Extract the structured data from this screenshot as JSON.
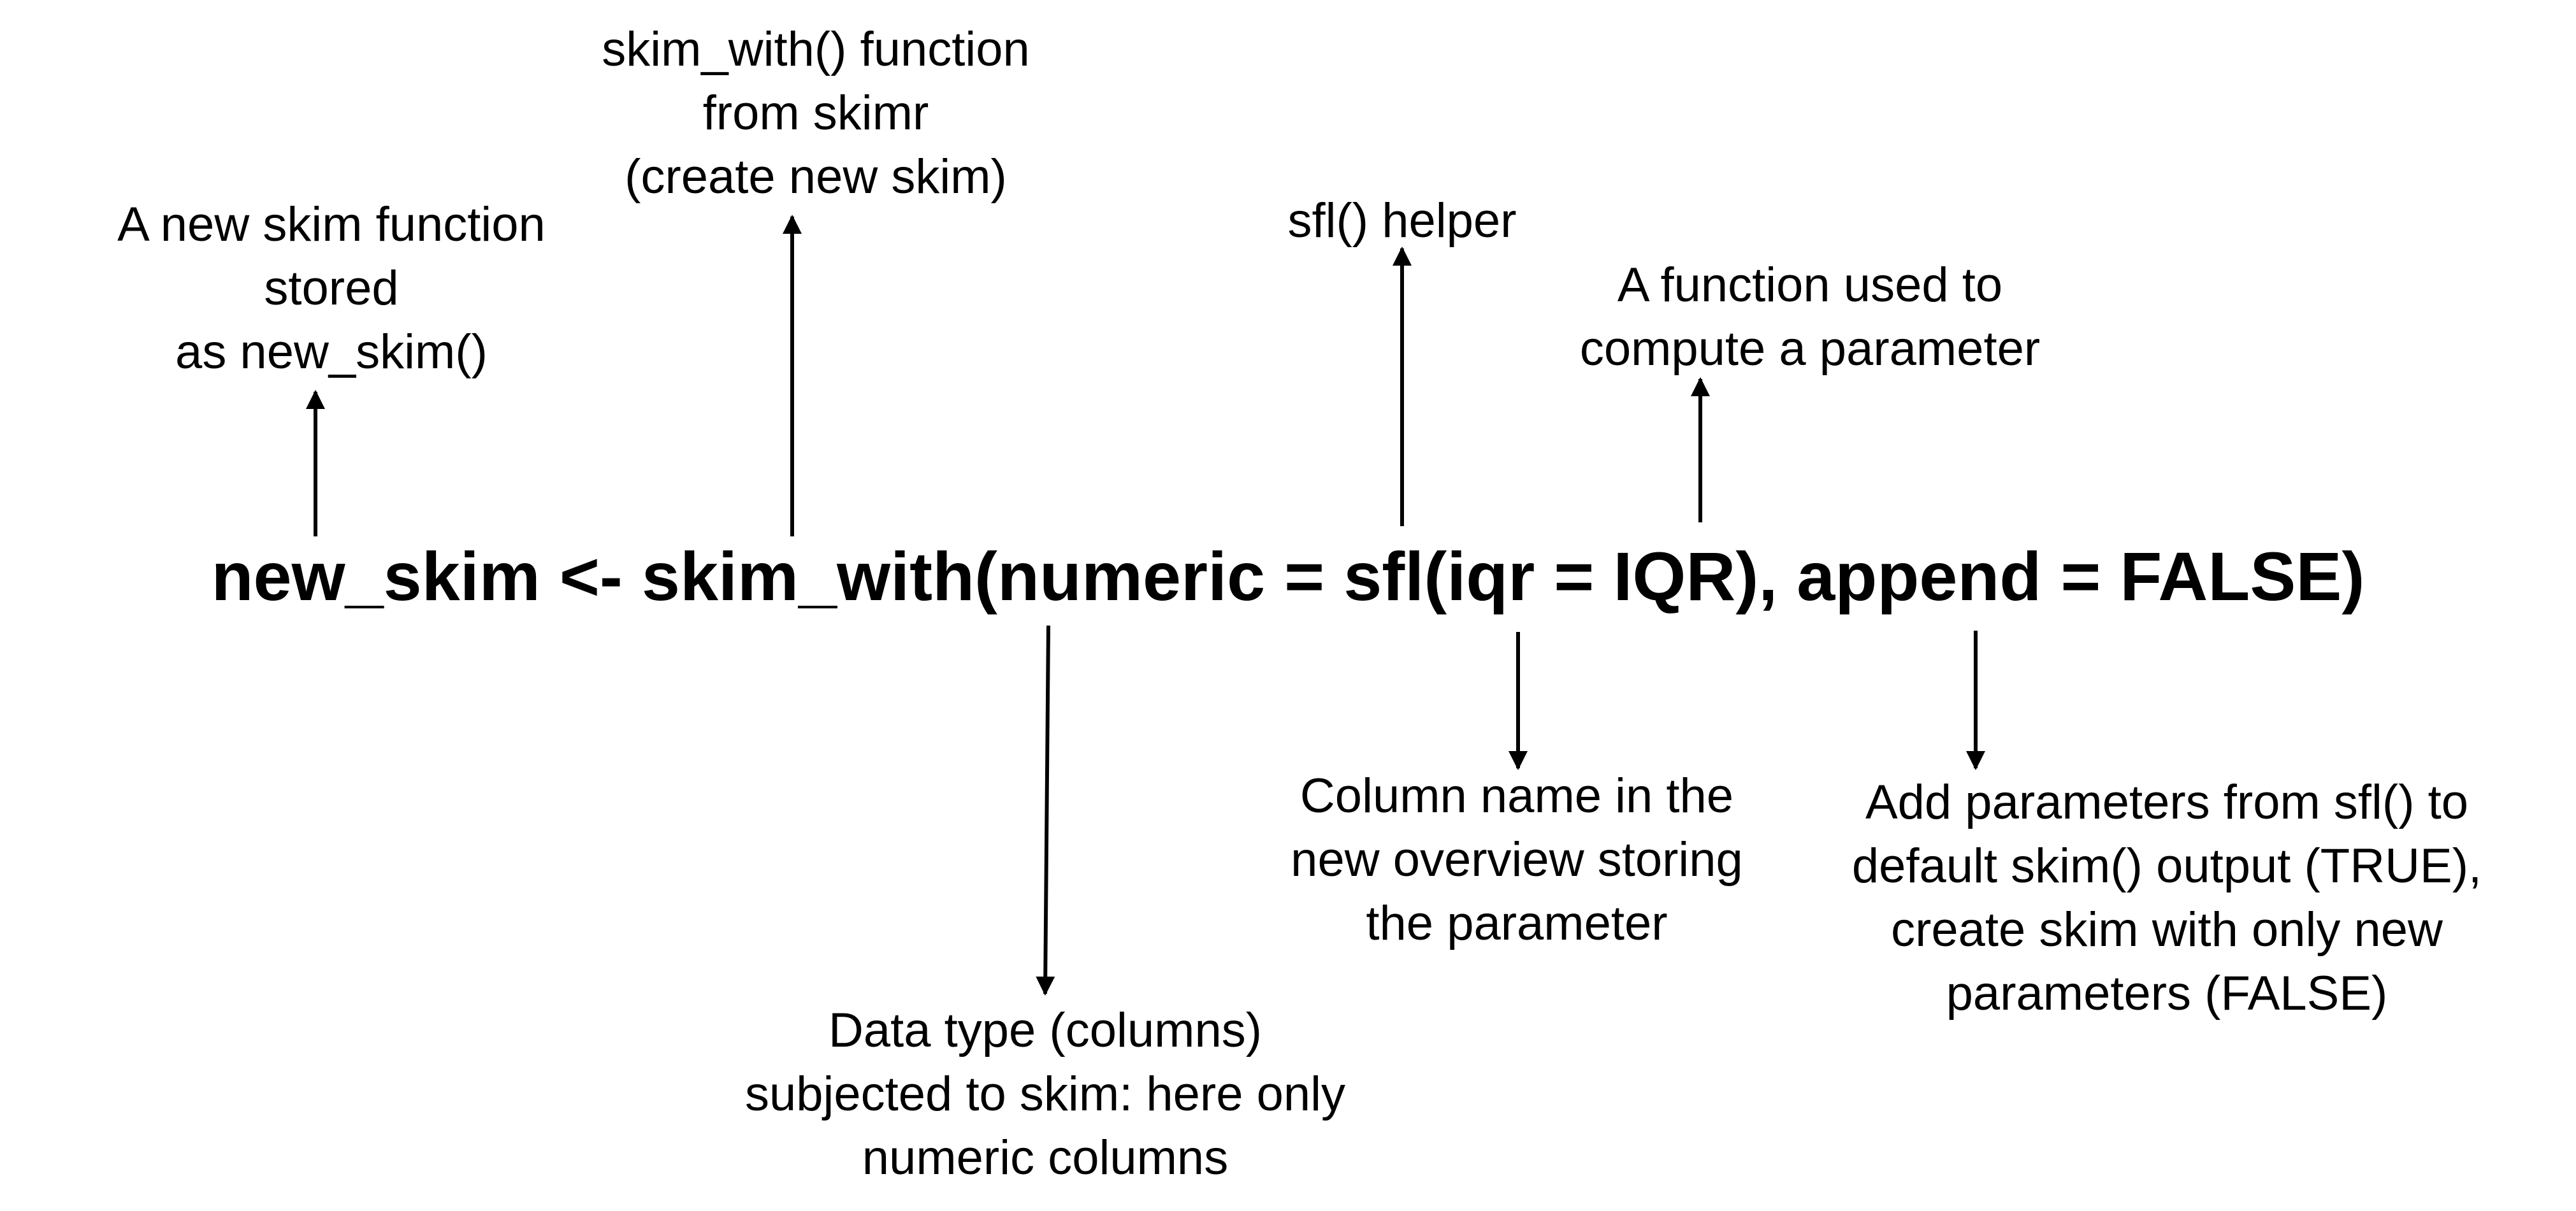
{
  "code": {
    "line": "new_skim <- skim_with(numeric = sfl(iqr = IQR), append = FALSE)"
  },
  "annotations": {
    "new_skim": {
      "lines": [
        "A new skim function",
        "stored",
        "as new_skim()"
      ]
    },
    "skim_with": {
      "lines": [
        "skim_with() function",
        "from skimr",
        "(create new skim)"
      ]
    },
    "sfl_helper": {
      "lines": [
        "sfl() helper"
      ]
    },
    "function_param": {
      "lines": [
        "A function used to",
        "compute a parameter"
      ]
    },
    "data_type": {
      "lines": [
        "Data type (columns)",
        "subjected to skim: here only",
        "numeric columns"
      ]
    },
    "column_name": {
      "lines": [
        "Column name in the",
        "new overview storing",
        "the parameter"
      ]
    },
    "append": {
      "lines": [
        "Add parameters from sfl() to",
        "default skim() output (TRUE),",
        "create skim with only new",
        "parameters (FALSE)"
      ]
    }
  },
  "colors": {
    "text": "#000000",
    "background": "#ffffff"
  }
}
